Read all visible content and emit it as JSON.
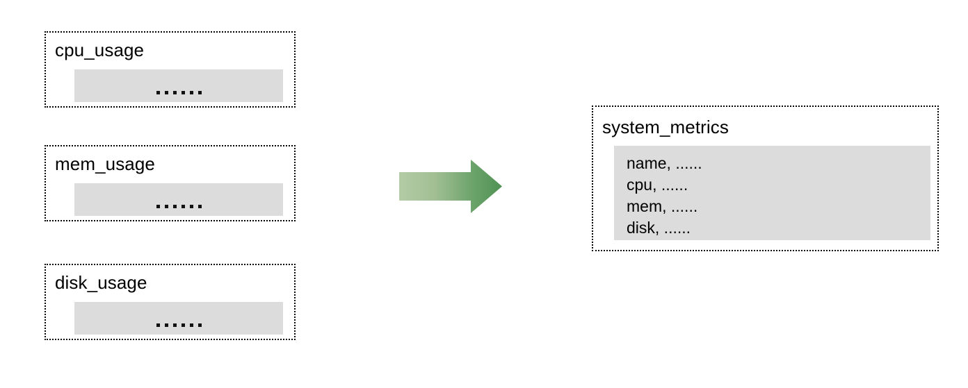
{
  "diagram": {
    "type": "data-merge-flow",
    "sources": [
      {
        "title": "cpu_usage",
        "body_placeholder": "......"
      },
      {
        "title": "mem_usage",
        "body_placeholder": "......"
      },
      {
        "title": "disk_usage",
        "body_placeholder": "......"
      }
    ],
    "connector": {
      "icon": "right-arrow-icon",
      "direction": "right",
      "gradient_from": "#a9c59b",
      "gradient_to": "#4f9254"
    },
    "target": {
      "title": "system_metrics",
      "rows": [
        "name, ......",
        "cpu, ......",
        "mem, ......",
        "disk, ......"
      ]
    },
    "colors": {
      "box_border": "#000000",
      "panel_fill": "#dcdcdc",
      "background": "#ffffff",
      "text": "#000000"
    }
  }
}
